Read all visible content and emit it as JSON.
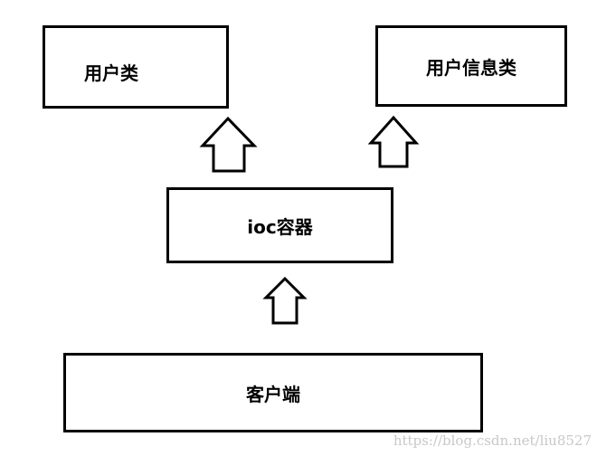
{
  "diagram": {
    "boxes": {
      "user_class": "用户类",
      "user_info_class": "用户信息类",
      "ioc_container": "ioc容器",
      "client": "客户端"
    },
    "edges": [
      {
        "from": "client",
        "to": "ioc_container"
      },
      {
        "from": "ioc_container",
        "to": "user_class"
      },
      {
        "from": "ioc_container",
        "to": "user_info_class"
      }
    ]
  },
  "watermark": "https://blog.csdn.net/liu8527",
  "colors": {
    "stroke": "#000000",
    "background": "#ffffff",
    "watermark": "#c8c8c8"
  }
}
